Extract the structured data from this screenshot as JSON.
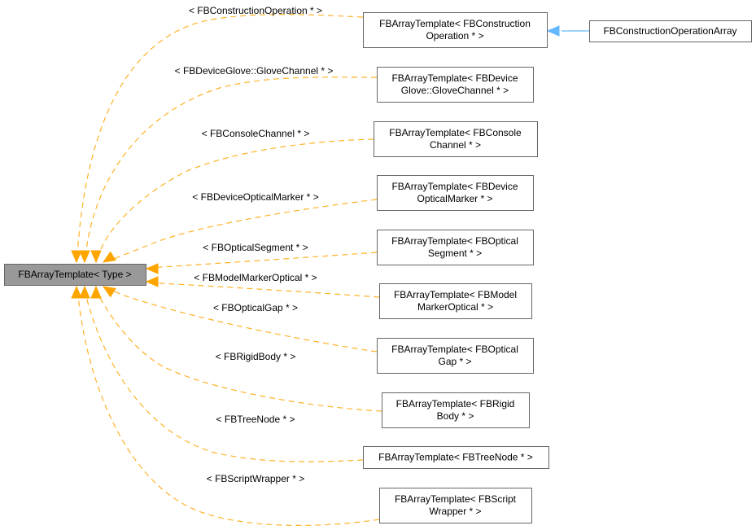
{
  "diagram": {
    "title": "Inheritance diagram",
    "colors": {
      "template_edge": "#ffa500",
      "inheritance_edge": "#63b8ff",
      "root_fill": "#999999",
      "node_fill": "#ffffff",
      "node_border": "#666666"
    },
    "root": {
      "id": "root",
      "label_lines": [
        "FBArrayTemplate< Type >"
      ]
    },
    "nodes": [
      {
        "id": "n0",
        "label_lines": [
          "FBArrayTemplate< FBConstruction",
          "Operation * >"
        ],
        "edge_label": "< FBConstructionOperation * >"
      },
      {
        "id": "n1",
        "label_lines": [
          "FBArrayTemplate< FBDevice",
          "Glove::GloveChannel * >"
        ],
        "edge_label": "< FBDeviceGlove::GloveChannel * >"
      },
      {
        "id": "n2",
        "label_lines": [
          "FBArrayTemplate< FBConsole",
          "Channel * >"
        ],
        "edge_label": "< FBConsoleChannel * >"
      },
      {
        "id": "n3",
        "label_lines": [
          "FBArrayTemplate< FBDevice",
          "OpticalMarker * >"
        ],
        "edge_label": "< FBDeviceOpticalMarker * >"
      },
      {
        "id": "n4",
        "label_lines": [
          "FBArrayTemplate< FBOptical",
          "Segment * >"
        ],
        "edge_label": "< FBOpticalSegment * >"
      },
      {
        "id": "n5",
        "label_lines": [
          "FBArrayTemplate< FBModel",
          "MarkerOptical * >"
        ],
        "edge_label": "< FBModelMarkerOptical * >"
      },
      {
        "id": "n6",
        "label_lines": [
          "FBArrayTemplate< FBOptical",
          "Gap * >"
        ],
        "edge_label": "< FBOpticalGap * >"
      },
      {
        "id": "n7",
        "label_lines": [
          "FBArrayTemplate< FBRigid",
          "Body * >"
        ],
        "edge_label": "< FBRigidBody * >"
      },
      {
        "id": "n8",
        "label_lines": [
          "FBArrayTemplate< FBTreeNode * >"
        ],
        "edge_label": "< FBTreeNode * >"
      },
      {
        "id": "n9",
        "label_lines": [
          "FBArrayTemplate< FBScript",
          "Wrapper * >"
        ],
        "edge_label": "< FBScriptWrapper * >"
      }
    ],
    "derived": [
      {
        "id": "d0",
        "label_lines": [
          "FBConstructionOperationArray"
        ],
        "parent": "n0"
      }
    ]
  }
}
